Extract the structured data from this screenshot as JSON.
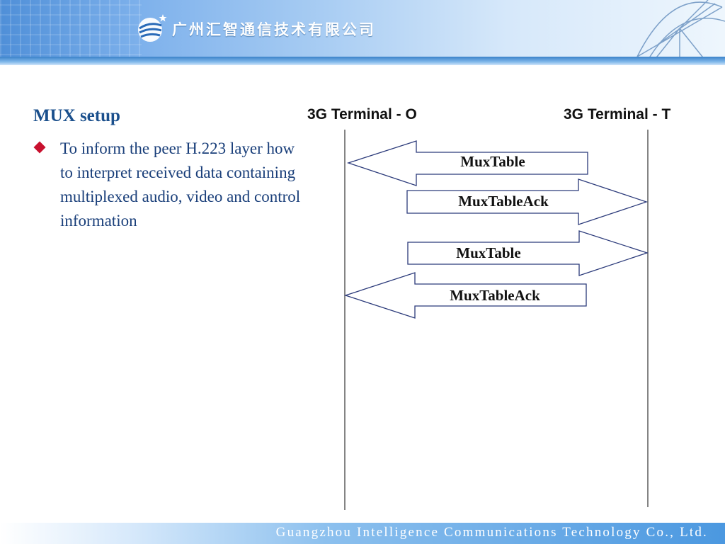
{
  "header": {
    "company_cn": "广州汇智通信技术有限公司"
  },
  "slide": {
    "title": "MUX setup",
    "bullet": "To inform the peer H.223 layer how to interpret received  data  containing multiplexed audio, video and control information"
  },
  "diagram": {
    "terminal_o": "3G Terminal - O",
    "terminal_t": "3G Terminal - T",
    "messages": [
      {
        "label": "MuxTable",
        "direction": "T-to-O"
      },
      {
        "label": "MuxTableAck",
        "direction": "O-to-T"
      },
      {
        "label": "MuxTable",
        "direction": "O-to-T"
      },
      {
        "label": "MuxTableAck",
        "direction": "T-to-O"
      }
    ]
  },
  "footer": {
    "company_en": "Guangzhou Intelligence Communications Technology Co., Ltd."
  },
  "colors": {
    "title": "#1a4f8c",
    "bullet": "#c8102e",
    "arrow_stroke": "#2b3a7a"
  }
}
